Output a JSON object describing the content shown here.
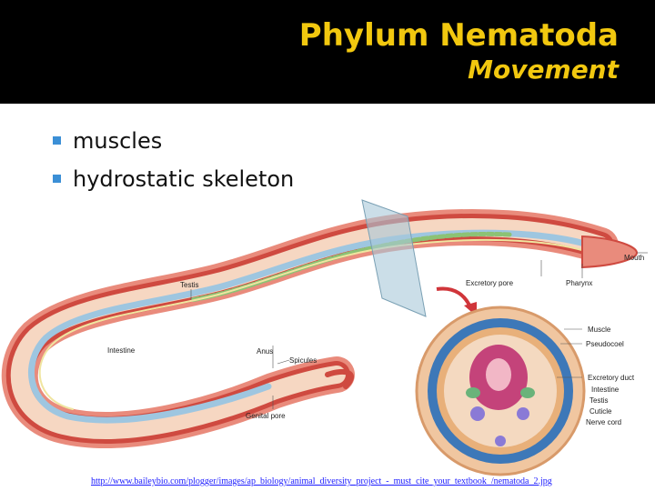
{
  "slide": {
    "title": "Phylum Nematoda",
    "subtitle": "Movement",
    "bullets": [
      "muscles",
      "hydrostatic skeleton"
    ],
    "credit_link": "http://www.baileybio.com/plogger/images/ap_biology/animal_diversity_project_-_must_cite_your_textbook_/nematoda_2.jpg"
  },
  "figure": {
    "labels": {
      "mouth": "Mouth",
      "excretory_pore": "Excretory pore",
      "pharynx": "Pharynx",
      "testis": "Testis",
      "intestine": "Intestine",
      "anus": "Anus",
      "spicules": "Spicules",
      "genital_pore": "Genital pore",
      "muscle": "Muscle",
      "pseudocoel": "Pseudocoel",
      "excretory_duct": "Excretory duct",
      "intestine_cs": "Intestine",
      "testis_cs": "Testis",
      "cuticle": "Cuticle",
      "nerve_cord": "Nerve cord"
    }
  },
  "colors": {
    "title_text": "#f2c80f",
    "title_bg": "#000000",
    "bullet_marker": "#3b8fd6",
    "worm_body": "#d9534f",
    "link": "#1a1aff"
  }
}
